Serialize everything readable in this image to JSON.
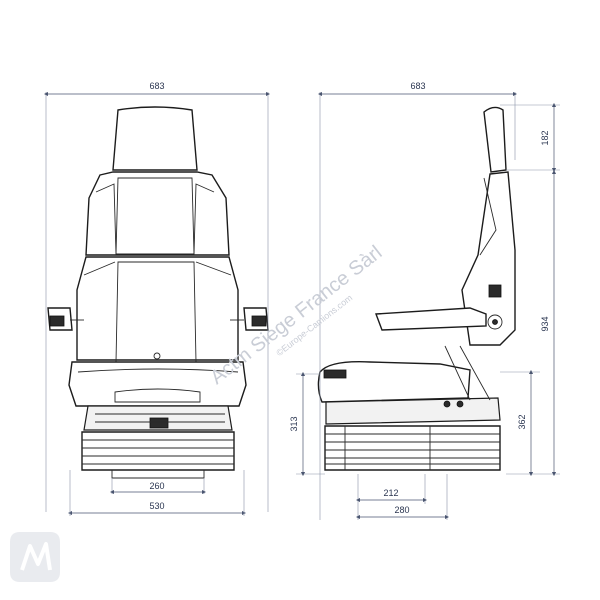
{
  "dimensions": {
    "front_width_total": "683",
    "side_depth_total": "683",
    "headrest_height": "182",
    "total_height": "934",
    "base_height_front": "313",
    "base_height_side": "362",
    "rail_width": "260",
    "base_width": "530",
    "rail_depth_1": "212",
    "rail_depth_2": "280"
  },
  "watermark": {
    "line1": "Actm Siege France Sàrl",
    "line2": "©Europe-Camions.com"
  },
  "colors": {
    "line": "#1c1c1c",
    "dimension": "#4a5570",
    "watermark": "#c9cdd6"
  }
}
